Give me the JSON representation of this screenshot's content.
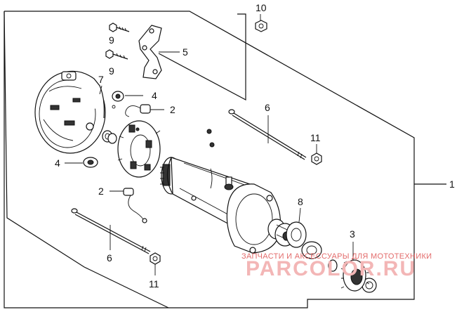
{
  "callouts": {
    "c1": "1",
    "c2a": "2",
    "c2b": "2",
    "c3": "3",
    "c4a": "4",
    "c4b": "4",
    "c5": "5",
    "c6a": "6",
    "c6b": "6",
    "c7": "7",
    "c8": "8",
    "c9a": "9",
    "c9b": "9",
    "c10": "10",
    "c11a": "11",
    "c11b": "11"
  },
  "watermark": {
    "caption": "ЗАПЧАСТИ И АКСЕССУАРЫ ДЛЯ МОТОТЕХНИКИ",
    "brand": "PARCOLOR.RU"
  }
}
